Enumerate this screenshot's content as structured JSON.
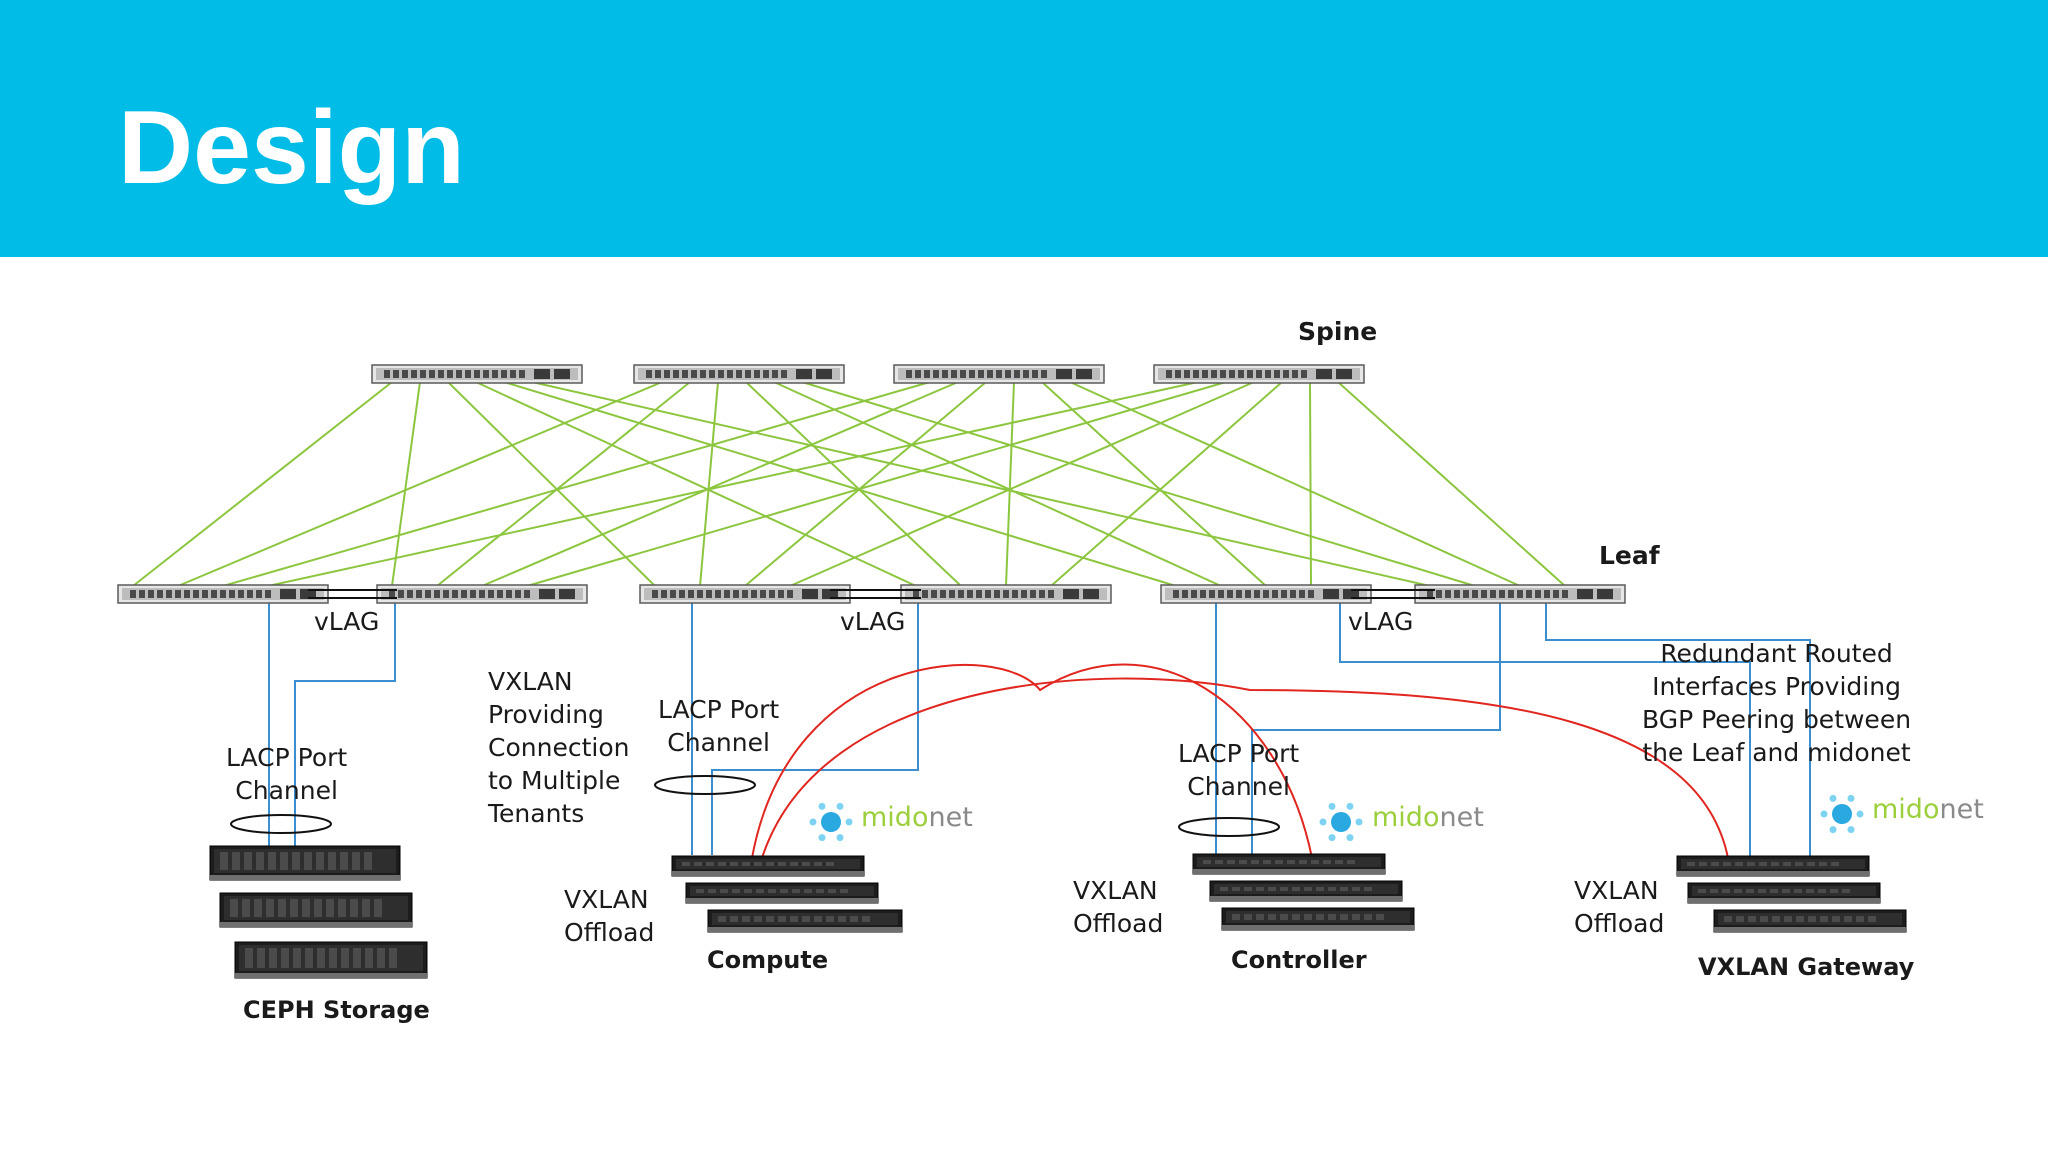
{
  "slide": {
    "title": "Design"
  },
  "diagram": {
    "layers": {
      "spine": "Spine",
      "leaf": "Leaf"
    },
    "vlag_labels": [
      "vLAG",
      "vLAG",
      "vLAG"
    ],
    "lacp_labels": [
      "LACP Port\nChannel",
      "LACP Port\nChannel",
      "LACP Port\nChannel"
    ],
    "vxlan_tenants_note": "VXLAN\nProviding\nConnection\nto Multiple\nTenants",
    "vxlan_offload_labels": [
      "VXLAN\nOffload",
      "VXLAN\nOffload",
      "VXLAN\nOffload"
    ],
    "bgp_note": "Redundant Routed\nInterfaces Providing\nBGP Peering between\nthe Leaf and midonet",
    "node_groups": [
      "CEPH Storage",
      "Compute",
      "Controller",
      "VXLAN Gateway"
    ],
    "logo": {
      "part1": "mido",
      "part2": "net"
    },
    "colors": {
      "header": "#00bce6",
      "fabric_links": "#8cc63f",
      "host_links": "#3b8fd1",
      "vxlan_tunnels": "#e0261f"
    }
  }
}
